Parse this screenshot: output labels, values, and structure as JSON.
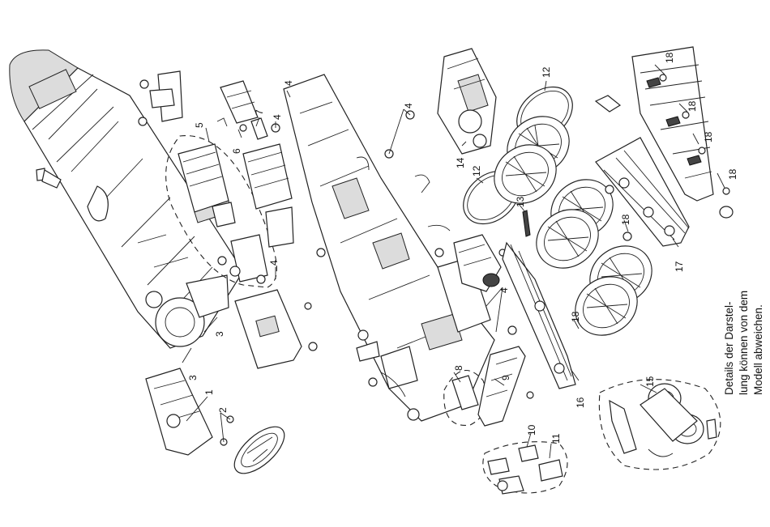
{
  "callouts": [
    {
      "id": "c1",
      "text": "1"
    },
    {
      "id": "c2",
      "text": "2"
    },
    {
      "id": "c3a",
      "text": "3"
    },
    {
      "id": "c3b",
      "text": "3"
    },
    {
      "id": "c4a",
      "text": "4"
    },
    {
      "id": "c4b",
      "text": "4"
    },
    {
      "id": "c4c",
      "text": "4"
    },
    {
      "id": "c4d",
      "text": "4"
    },
    {
      "id": "c4e",
      "text": "4"
    },
    {
      "id": "c5",
      "text": "5"
    },
    {
      "id": "c6",
      "text": "6"
    },
    {
      "id": "c7",
      "text": "7"
    },
    {
      "id": "c8",
      "text": "8"
    },
    {
      "id": "c9",
      "text": "9"
    },
    {
      "id": "c10",
      "text": "10"
    },
    {
      "id": "c11",
      "text": "11"
    },
    {
      "id": "c12a",
      "text": "12"
    },
    {
      "id": "c12b",
      "text": "12"
    },
    {
      "id": "c13",
      "text": "13"
    },
    {
      "id": "c14",
      "text": "14"
    },
    {
      "id": "c15",
      "text": "15"
    },
    {
      "id": "c16",
      "text": "16"
    },
    {
      "id": "c17",
      "text": "17"
    },
    {
      "id": "c18a",
      "text": "18"
    },
    {
      "id": "c18b",
      "text": "18"
    },
    {
      "id": "c18c",
      "text": "18"
    },
    {
      "id": "c18d",
      "text": "18"
    },
    {
      "id": "c18e",
      "text": "18"
    },
    {
      "id": "c18f",
      "text": "18"
    }
  ],
  "note": {
    "line1": "Details der Darstel-",
    "line2": "lung können von dem",
    "line3": "Modell abweichen."
  }
}
